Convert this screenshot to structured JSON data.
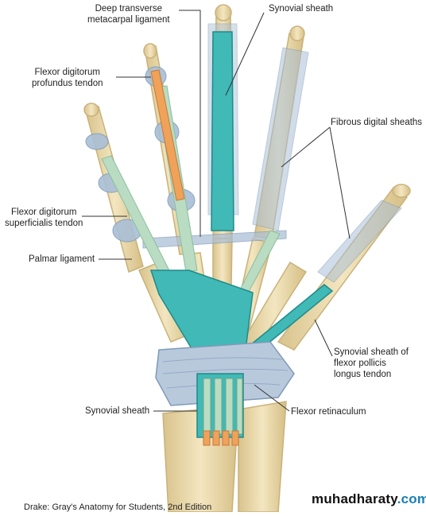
{
  "labels": {
    "deep_transverse": [
      "Deep transverse",
      "metacarpal ligament"
    ],
    "synovial_sheath_top": "Synovial sheath",
    "flexor_profundus": [
      "Flexor digitorum",
      "profundus tendon"
    ],
    "fibrous_digital": "Fibrous digital sheaths",
    "flexor_superficialis": [
      "Flexor digitorum",
      "superficialis tendon"
    ],
    "palmar_ligament": "Palmar ligament",
    "synovial_pollicis": [
      "Synovial sheath of",
      "flexor pollicis",
      "longus tendon"
    ],
    "synovial_sheath_bottom": "Synovial sheath",
    "flexor_retinaculum": "Flexor retinaculum"
  },
  "credit": "Drake: Gray's Anatomy for Students, 2nd Edition",
  "watermark": {
    "part1": "muhadharaty",
    "part2": ".com"
  },
  "colors": {
    "bone": "#ecdcae",
    "bone_edge": "#c9b27a",
    "ligament": "#a9bfd6",
    "ligament_edge": "#7f9ab8",
    "synovial": "#41b9b6",
    "synovial_edge": "#1f8a8a",
    "tendon": "#b9dcc3",
    "profundus": "#f0a25a",
    "leader": "#333333"
  }
}
